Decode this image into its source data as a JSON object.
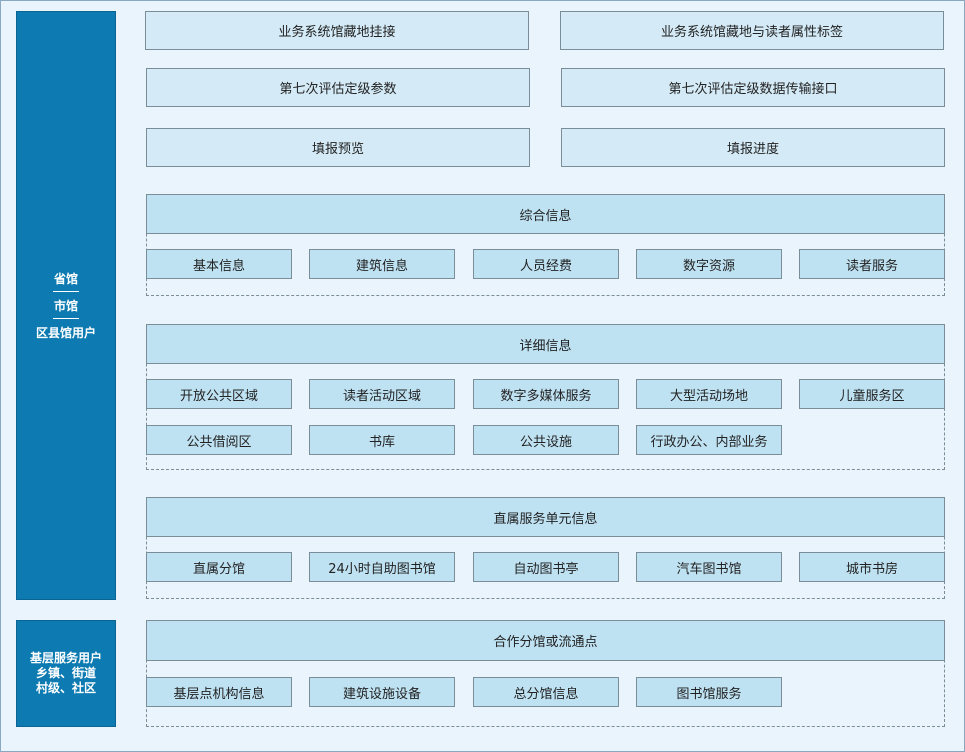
{
  "side_top": {
    "line1": "省馆",
    "line2": "市馆",
    "line3": "区县馆用户"
  },
  "side_bottom": {
    "line1": "基层服务用户",
    "line2": "乡镇、街道",
    "line3": "村级、社区"
  },
  "top_buttons": [
    "业务系统馆藏地挂接",
    "业务系统馆藏地与读者属性标签",
    "第七次评估定级参数",
    "第七次评估定级数据传输接口",
    "填报预览",
    "填报进度"
  ],
  "sections": [
    {
      "title": "综合信息",
      "items": [
        "基本信息",
        "建筑信息",
        "人员经费",
        "数字资源",
        "读者服务"
      ]
    },
    {
      "title": "详细信息",
      "items": [
        "开放公共区域",
        "读者活动区域",
        "数字多媒体服务",
        "大型活动场地",
        "儿童服务区",
        "公共借阅区",
        "书库",
        "公共设施",
        "行政办公、内部业务"
      ]
    },
    {
      "title": "直属服务单元信息",
      "items": [
        "直属分馆",
        "24小时自助图书馆",
        "自动图书亭",
        "汽车图书馆",
        "城市书房"
      ]
    },
    {
      "title": "合作分馆或流通点",
      "items": [
        "基层点机构信息",
        "建筑设施设备",
        "总分馆信息",
        "图书馆服务"
      ]
    }
  ]
}
